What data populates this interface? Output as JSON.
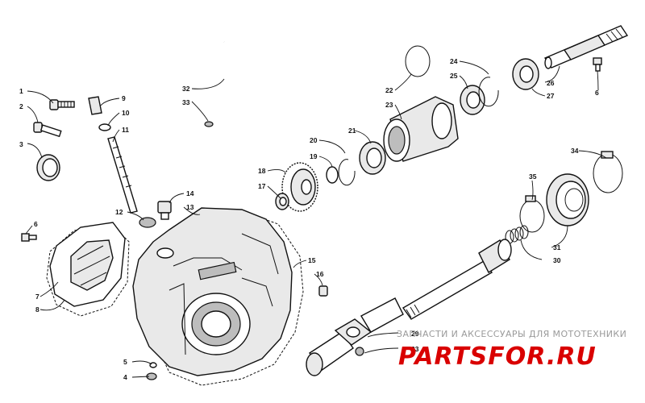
{
  "callouts": {
    "c1": "1",
    "c2": "2",
    "c3": "3",
    "c4": "4",
    "c5": "5",
    "c6a": "6",
    "c6b": "6",
    "c7": "7",
    "c8": "8",
    "c9": "9",
    "c10": "10",
    "c11": "11",
    "c12": "12",
    "c13": "13",
    "c14": "14",
    "c15": "15",
    "c16": "16",
    "c17": "17",
    "c18": "18",
    "c19": "19",
    "c20": "20",
    "c21": "21",
    "c22": "22",
    "c23a": "23",
    "c23b": "23",
    "c24": "24",
    "c25": "25",
    "c26": "26",
    "c27": "27",
    "c29": "29",
    "c30": "30",
    "c31": "31",
    "c32": "32",
    "c33": "33",
    "c34": "34",
    "c35": "35"
  },
  "watermark": {
    "tagline": "ЗАПЧАСТИ И АКСЕССУАРЫ ДЛЯ МОТОТЕХНИКИ",
    "logo": "PARTSFOR.RU"
  },
  "colors": {
    "ink": "#111111",
    "watermark_gray": "#9a9a9a",
    "logo_red": "#d90000"
  }
}
